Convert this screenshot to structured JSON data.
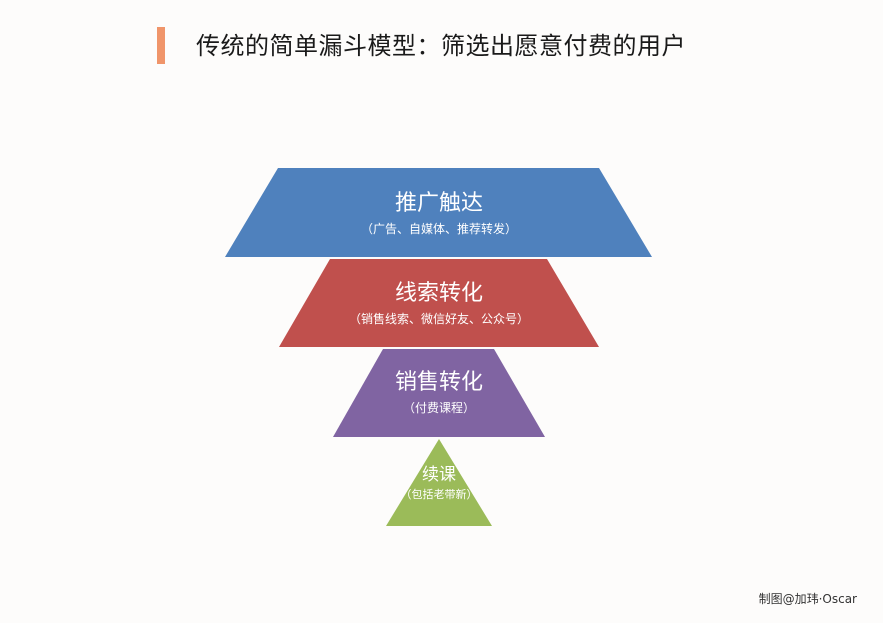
{
  "title": "传统的简单漏斗模型：筛选出愿意付费的用户",
  "accent_color": "#f0956a",
  "funnel": {
    "stages": [
      {
        "label": "推广触达",
        "sublabel": "（广告、自媒体、推荐转发）",
        "color": "#4f81bd"
      },
      {
        "label": "线索转化",
        "sublabel": "（销售线索、微信好友、公众号）",
        "color": "#c0504d"
      },
      {
        "label": "销售转化",
        "sublabel": "（付费课程）",
        "color": "#8064a2"
      },
      {
        "label": "续课",
        "sublabel": "（包括老带新）",
        "color": "#9bbb59"
      }
    ]
  },
  "credit": "制图@加玮·Oscar"
}
